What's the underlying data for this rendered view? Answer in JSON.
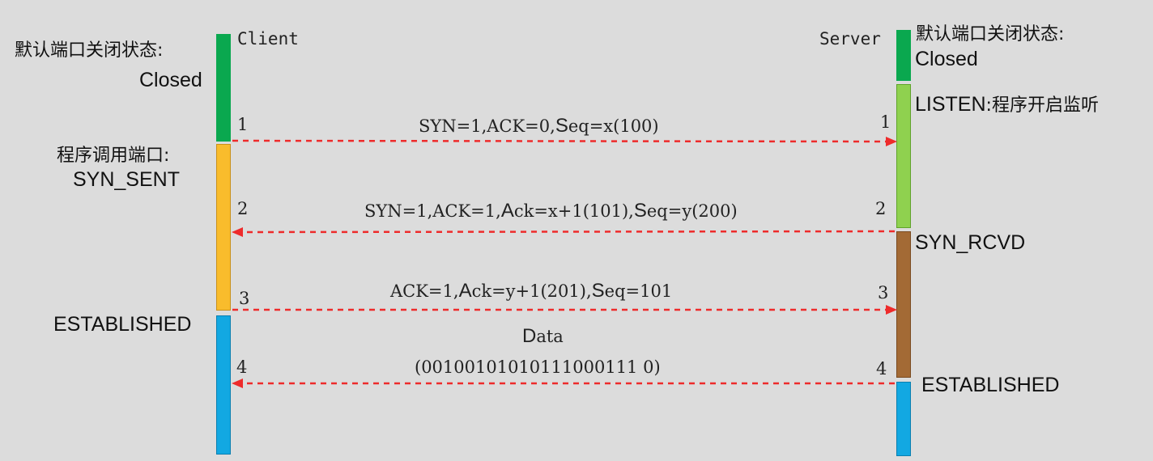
{
  "client": {
    "name": "Client",
    "default_state_label": "默认端口关闭状态:",
    "default_state": "Closed",
    "call_label": "程序调用端口:",
    "syn_sent": "SYN_SENT",
    "established": "ESTABLISHED",
    "colors": {
      "closed": "#0aa84f",
      "syn_sent": "#f9bc2c",
      "established": "#12a8e2"
    }
  },
  "server": {
    "name": "Server",
    "default_state_label": "默认端口关闭状态:",
    "default_state": "Closed",
    "listen": "LISTEN",
    "listen_note": ":程序开启监听",
    "syn_rcvd": "SYN_RCVD",
    "established": "ESTABLISHED",
    "colors": {
      "closed": "#0aa84f",
      "listen": "#8fd14f",
      "syn_rcvd": "#a36a35",
      "established": "#12a8e2"
    }
  },
  "arrow_color": "#ee2b2b",
  "messages": [
    {
      "n_client": "1",
      "n_server": "1",
      "direction": "client-to-server",
      "parts": [
        "SYN=1,ACK=0,",
        "S",
        "eq=x(100)"
      ]
    },
    {
      "n_client": "2",
      "n_server": "2",
      "direction": "server-to-client",
      "parts": [
        "SYN=1,ACK=1,",
        "A",
        "ck=x+1(101),",
        "S",
        "eq=y(200)"
      ]
    },
    {
      "n_client": "3",
      "n_server": "3",
      "direction": "client-to-server",
      "parts": [
        "ACK=1,",
        "A",
        "ck=y+1(201),",
        "S",
        "eq=101"
      ]
    },
    {
      "n_client": "4",
      "n_server": "4",
      "direction": "server-to-client",
      "data_label_big": "D",
      "data_label_rest": "ata",
      "payload": "(00100101010111000111 0)"
    }
  ]
}
